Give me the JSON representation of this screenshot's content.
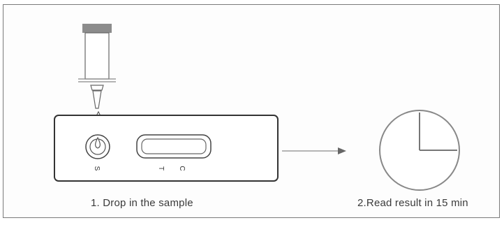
{
  "steps": [
    {
      "caption": "1. Drop in the sample"
    },
    {
      "caption": "2.Read result in 15 min"
    }
  ],
  "cassette": {
    "sample_well_label": "S",
    "test_line_label": "T",
    "control_line_label": "C"
  },
  "colors": {
    "line": "#444444",
    "light_line": "#888888",
    "dropper_cap": "#8c8c8c",
    "text": "#3a3a3a"
  },
  "icons": [
    "dropper-icon",
    "test-cassette-icon",
    "arrow-icon",
    "clock-icon"
  ]
}
